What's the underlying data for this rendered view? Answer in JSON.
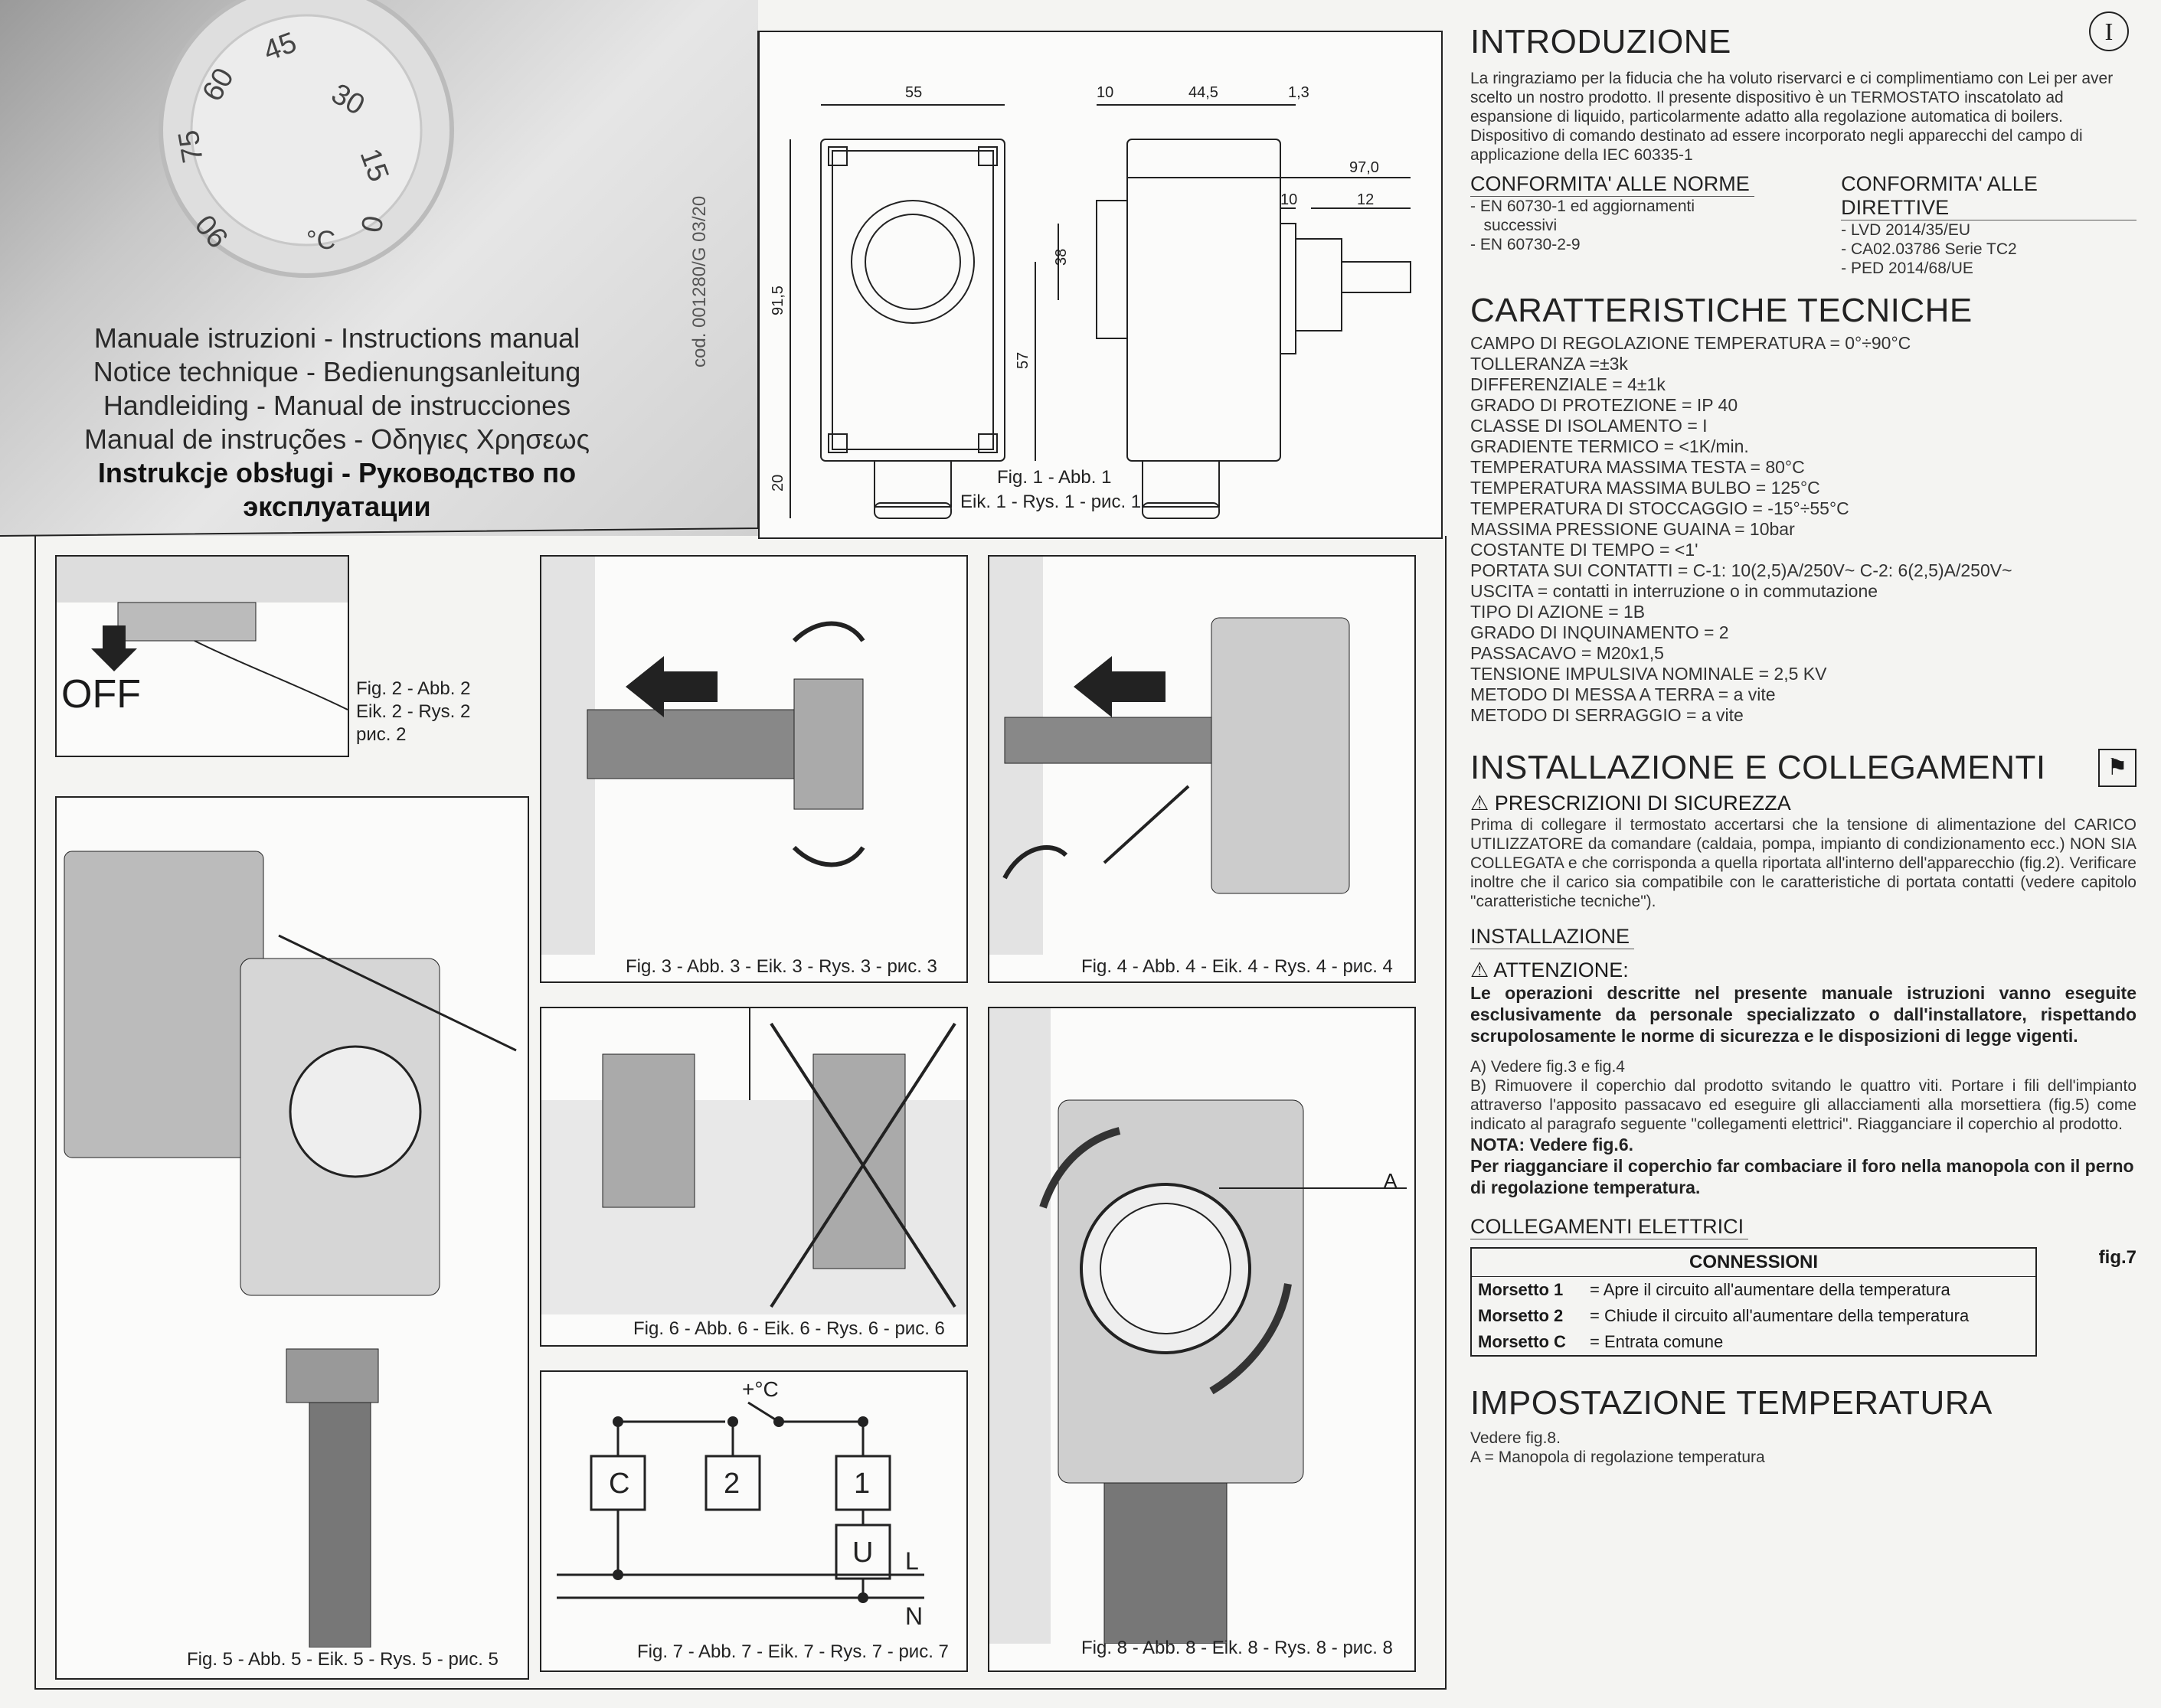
{
  "cover": {
    "manual_titles": [
      "Manuale istruzioni - Instructions manual",
      "Notice technique - Bedienungsanleitung",
      "Handleiding - Manual de instrucciones",
      "Manual de instruções - Οδηγιες Χρησεως"
    ],
    "manual_title_bold": "Instrukcje obsługi - Руководство по эксплуатации",
    "code": "cod. 001280/G 03/20",
    "dial_numbers": [
      "45",
      "30",
      "15",
      "0",
      "°C",
      "90",
      "75",
      "60"
    ]
  },
  "fig1": {
    "dims": [
      "55",
      "10",
      "44,5",
      "1,3",
      "97,0",
      "10",
      "12",
      "38",
      "57",
      "91,5",
      "20"
    ],
    "caption1": "Fig. 1 - Abb. 1",
    "caption2": "Eik. 1 - Rys. 1 - рис. 1"
  },
  "fig2": {
    "off": "OFF",
    "caption": [
      "Fig. 2 - Abb. 2",
      "Eik. 2 - Rys. 2",
      "рис. 2"
    ]
  },
  "fig3": {
    "caption": "Fig. 3 - Abb. 3 - Eik. 3 - Rys. 3 - рис. 3"
  },
  "fig4": {
    "caption": "Fig. 4 - Abb. 4 - Eik. 4 - Rys. 4 - рис. 4"
  },
  "fig5": {
    "caption": "Fig. 5 - Abb. 5 - Eik. 5 - Rys. 5 - рис. 5"
  },
  "fig6": {
    "caption": "Fig. 6 - Abb. 6 - Eik. 6 - Rys. 6 - рис. 6"
  },
  "fig7": {
    "caption": "Fig. 7 - Abb. 7 - Eik. 7 - Rys. 7 - рис. 7",
    "terminals": [
      "C",
      "2",
      "1",
      "U"
    ],
    "temp": "+°C",
    "L": "L",
    "N": "N"
  },
  "fig8": {
    "caption": "Fig. 8 - Abb. 8 - Eik. 8 - Rys. 8 - рис. 8",
    "label_a": "A"
  },
  "lang_badge": "I",
  "intro": {
    "title": "INTRODUZIONE",
    "p1": "La ringraziamo per la fiducia che ha voluto riservarci e ci complimentiamo con Lei per aver scelto un nostro prodotto. Il presente dispositivo è un TERMOSTATO inscatolato ad espansione di liquido, particolarmente adatto alla regolazione automatica di boilers.",
    "p2": "Dispositivo di comando destinato ad essere incorporato negli apparecchi del campo di applicazione della IEC 60335-1"
  },
  "norms": {
    "title": "CONFORMITA' ALLE NORME",
    "items": [
      "- EN 60730-1 ed aggiornamenti",
      "   successivi",
      "- EN 60730-2-9"
    ]
  },
  "directives": {
    "title": "CONFORMITA' ALLE DIRETTIVE",
    "items": [
      "- LVD 2014/35/EU",
      "- CA02.03786 Serie TC2",
      "- PED 2014/68/UE"
    ]
  },
  "tech": {
    "title": "CARATTERISTICHE TECNICHE",
    "items": [
      "CAMPO DI REGOLAZIONE TEMPERATURA = 0°÷90°C",
      "TOLLERANZA =±3k",
      "DIFFERENZIALE = 4±1k",
      "GRADO DI PROTEZIONE = IP 40",
      "CLASSE DI ISOLAMENTO = I",
      "GRADIENTE TERMICO = <1K/min.",
      "TEMPERATURA MASSIMA TESTA = 80°C",
      "TEMPERATURA MASSIMA BULBO = 125°C",
      "TEMPERATURA DI STOCCAGGIO = -15°÷55°C",
      "MASSIMA PRESSIONE GUAINA = 10bar",
      "COSTANTE DI TEMPO = <1'",
      "PORTATA SUI CONTATTI = C-1: 10(2,5)A/250V~  C-2: 6(2,5)A/250V~",
      "USCITA = contatti in interruzione o in commutazione",
      "TIPO DI AZIONE = 1B",
      "GRADO DI INQUINAMENTO = 2",
      "PASSACAVO = M20x1,5",
      "TENSIONE IMPULSIVA NOMINALE = 2,5 KV",
      "METODO DI MESSA A TERRA = a vite",
      "METODO DI SERRAGGIO = a vite"
    ]
  },
  "install": {
    "title": "INSTALLAZIONE E COLLEGAMENTI",
    "safety_title": "PRESCRIZIONI DI SICUREZZA",
    "safety_text": "Prima di collegare il termostato accertarsi che la tensione di alimentazione del CARICO UTILIZZATORE da comandare (caldaia, pompa, impianto di condizionamento ecc.) NON SIA COLLEGATA e che corrisponda a quella riportata all'interno dell'apparecchio (fig.2). Verificare inoltre che il carico sia compatibile con le caratteristiche di portata contatti (vedere capitolo \"caratteristiche tecniche\").",
    "sub_title": "INSTALLAZIONE",
    "warn_title": "ATTENZIONE:",
    "warn_text": "Le operazioni descritte nel presente manuale istruzioni vanno eseguite esclusivamente da personale specializzato o dall'installatore, rispettando scrupolosamente le norme di sicurezza e le disposizioni di legge vigenti.",
    "step_a": "A) Vedere fig.3 e fig.4",
    "step_b": "B) Rimuovere il coperchio dal prodotto svitando le quattro viti. Portare i fili dell'impianto attraverso l'apposito passacavo ed eseguire gli allacciamenti alla morsettiera (fig.5) come indicato al paragrafo seguente \"collegamenti elettrici\". Riagganciare il coperchio al prodotto.",
    "note": "NOTA: Vedere fig.6.",
    "note2": "Per riagganciare il coperchio far combaciare il foro nella manopola con il perno di regolazione temperatura."
  },
  "electric": {
    "title": "COLLEGAMENTI ELETTRICI",
    "fig_ref": "fig.7",
    "table_header": "CONNESSIONI",
    "rows": [
      {
        "term": "Morsetto 1",
        "desc": "= Apre il circuito all'aumentare della temperatura"
      },
      {
        "term": "Morsetto 2",
        "desc": "= Chiude il circuito all'aumentare della temperatura"
      },
      {
        "term": "Morsetto C",
        "desc": "= Entrata comune"
      }
    ]
  },
  "setting": {
    "title": "IMPOSTAZIONE TEMPERATURA",
    "see": "Vedere fig.8.",
    "a": "A = Manopola di regolazione temperatura"
  }
}
